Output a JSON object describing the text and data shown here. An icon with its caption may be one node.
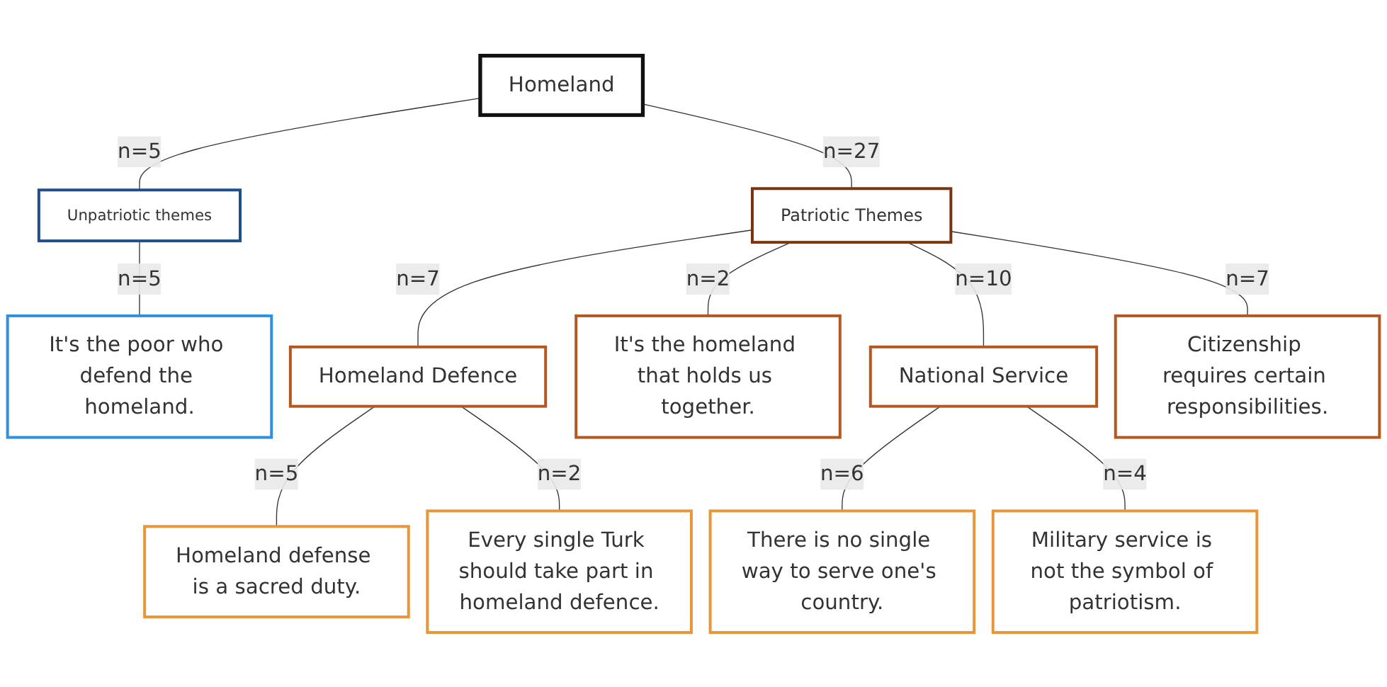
{
  "diagram": {
    "nodes": [
      {
        "text": [
          "Homeland"
        ]
      },
      {
        "text": [
          "Unpatriotic themes"
        ]
      },
      {
        "text": [
          "Patriotic Themes"
        ]
      },
      {
        "text": [
          "It's the poor who defend the homeland."
        ]
      },
      {
        "text": [
          "Homeland Defence"
        ]
      },
      {
        "text": [
          "It's the homeland that holds us together."
        ]
      },
      {
        "text": [
          "National Service"
        ]
      },
      {
        "text": [
          "Citizenship requires certain responsibilities."
        ]
      },
      {
        "text": [
          "Homeland defense is a sacred duty."
        ]
      },
      {
        "text": [
          "Every single Turk should take part in homeland defence."
        ]
      },
      {
        "text": [
          "Military service is not the symbol of patriotism."
        ]
      },
      {
        "text": [
          "There is no single way to serve one's country."
        ]
      }
    ],
    "edges": [
      {
        "from": 0,
        "to": 1,
        "arrow": "none",
        "label": "n=5"
      },
      {
        "from": 0,
        "to": 2,
        "arrow": "none",
        "label": "n=27"
      },
      {
        "from": 1,
        "to": 3,
        "arrow": "none",
        "label": "n=5"
      },
      {
        "from": 2,
        "to": 4,
        "arrow": "none",
        "label": "n=7"
      },
      {
        "from": 2,
        "to": 5,
        "arrow": "none",
        "label": "n=2"
      },
      {
        "from": 2,
        "to": 6,
        "arrow": "none",
        "label": "n=10"
      },
      {
        "from": 2,
        "to": 7,
        "arrow": "none",
        "label": "n=7"
      },
      {
        "from": 4,
        "to": 8,
        "arrow": "none",
        "label": "n=5"
      },
      {
        "from": 4,
        "to": 9,
        "arrow": "none",
        "label": "n=2"
      },
      {
        "from": 6,
        "to": 11,
        "arrow": "none",
        "label": "n=6"
      },
      {
        "from": 6,
        "to": 10,
        "arrow": "none",
        "label": "n=4"
      }
    ]
  }
}
